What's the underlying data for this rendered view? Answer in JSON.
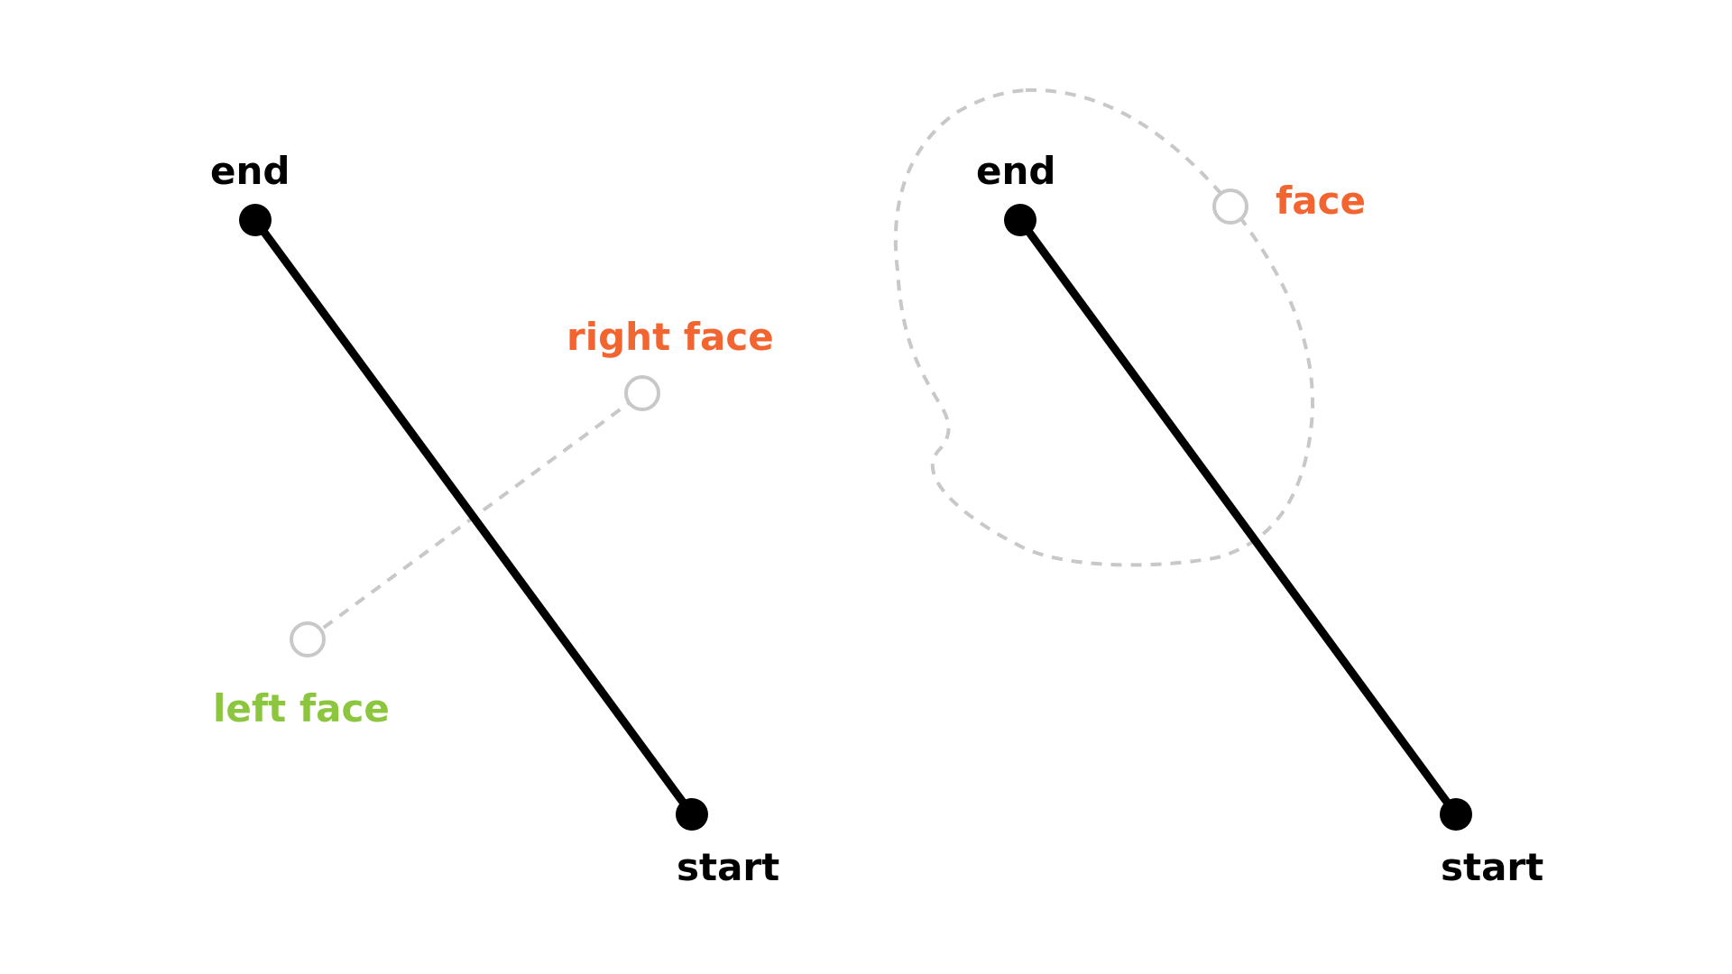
{
  "colors": {
    "edge": "#000000",
    "helper": "#c8c8c8",
    "right_face": "#f26430",
    "left_face": "#8cc63f",
    "face": "#f26430",
    "background": "#ffffff"
  },
  "left_diagram": {
    "end_label": "end",
    "start_label": "start",
    "right_face_label": "right face",
    "left_face_label": "left face"
  },
  "right_diagram": {
    "end_label": "end",
    "start_label": "start",
    "face_label": "face"
  }
}
